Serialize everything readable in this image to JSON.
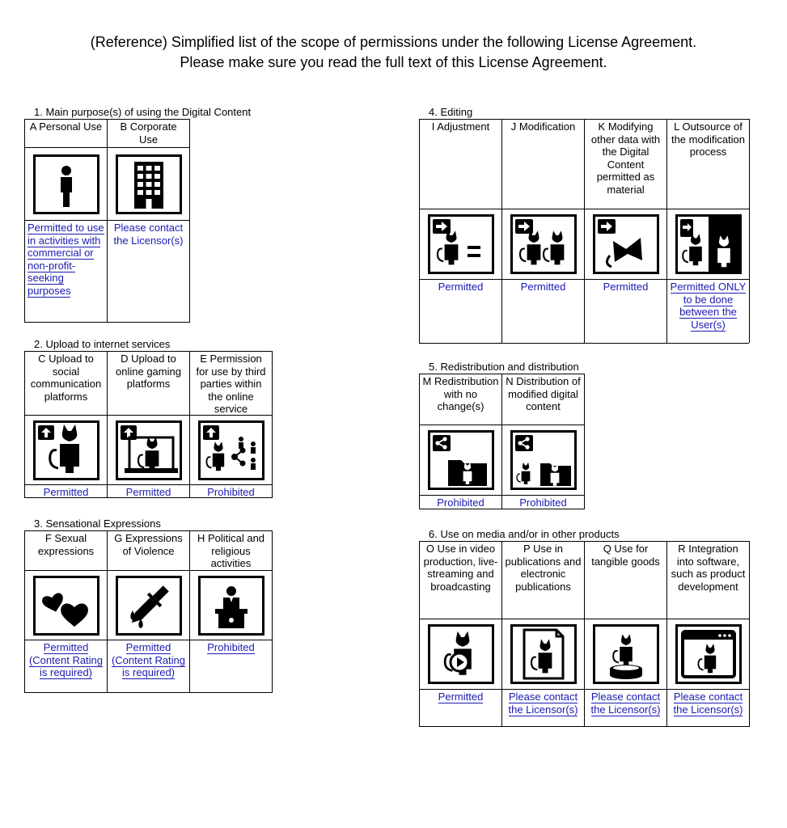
{
  "header": {
    "line1": "(Reference) Simplified list of the scope of permissions under the following License Agreement.",
    "line2": "Please make sure you read the full text of this License Agreement."
  },
  "sections": {
    "s1": {
      "title": "1. Main purpose(s) of using the Digital Content",
      "items": [
        {
          "label": "A Personal Use",
          "icon": "person-icon",
          "status": "Permitted to use in activities with commercial or non-profit-seeking purposes"
        },
        {
          "label": "B Corporate Use",
          "icon": "building-icon",
          "status": "Please contact the Licensor(s)"
        }
      ]
    },
    "s2": {
      "title": "2. Upload to internet services",
      "items": [
        {
          "label": "C Upload to social communication platforms",
          "icon": "upload-social-icon",
          "status": "Permitted"
        },
        {
          "label": "D Upload to online gaming platforms",
          "icon": "upload-gaming-icon",
          "status": "Permitted"
        },
        {
          "label": "E Permission for use by third parties within the online service",
          "icon": "third-party-share-icon",
          "status": "Prohibited"
        }
      ]
    },
    "s3": {
      "title": "3. Sensational Expressions",
      "items": [
        {
          "label": "F Sexual expressions",
          "icon": "hearts-icon",
          "status": "Permitted (Content Rating is required)"
        },
        {
          "label": "G Expressions of Violence",
          "icon": "knife-icon",
          "status": "Permitted (Content Rating is required)"
        },
        {
          "label": "H Political and religious activities",
          "icon": "podium-icon",
          "status": "Prohibited"
        }
      ]
    },
    "s4": {
      "title": "4. Editing",
      "items": [
        {
          "label": "I Adjustment",
          "icon": "adjustment-icon",
          "status": "Permitted"
        },
        {
          "label": "J Modification",
          "icon": "modification-icon",
          "status": "Permitted"
        },
        {
          "label": "K Modifying other data with the Digital Content permitted as material",
          "icon": "modify-other-data-icon",
          "status": "Permitted"
        },
        {
          "label": "L Outsource of the modification process",
          "icon": "outsource-icon",
          "status": "Permitted ONLY to be done between the User(s)"
        }
      ]
    },
    "s5": {
      "title": "5. Redistribution and distribution",
      "items": [
        {
          "label": "M Redistribution with no change(s)",
          "icon": "redistribution-icon",
          "status": "Prohibited"
        },
        {
          "label": "N Distribution of modified digital content",
          "icon": "distribution-modified-icon",
          "status": "Prohibited"
        }
      ]
    },
    "s6": {
      "title": "6. Use on media and/or in other products",
      "items": [
        {
          "label": "O Use in video production, live-streaming and broadcasting",
          "icon": "video-icon",
          "status": "Permitted"
        },
        {
          "label": "P Use in publications and electronic publications",
          "icon": "publication-icon",
          "status": "Please contact the Licensor(s)"
        },
        {
          "label": "Q Use for tangible goods",
          "icon": "figure-goods-icon",
          "status": "Please contact the Licensor(s)"
        },
        {
          "label": "R Integration into software, such as product development",
          "icon": "software-window-icon",
          "status": "Please contact the Licensor(s)"
        }
      ]
    }
  }
}
